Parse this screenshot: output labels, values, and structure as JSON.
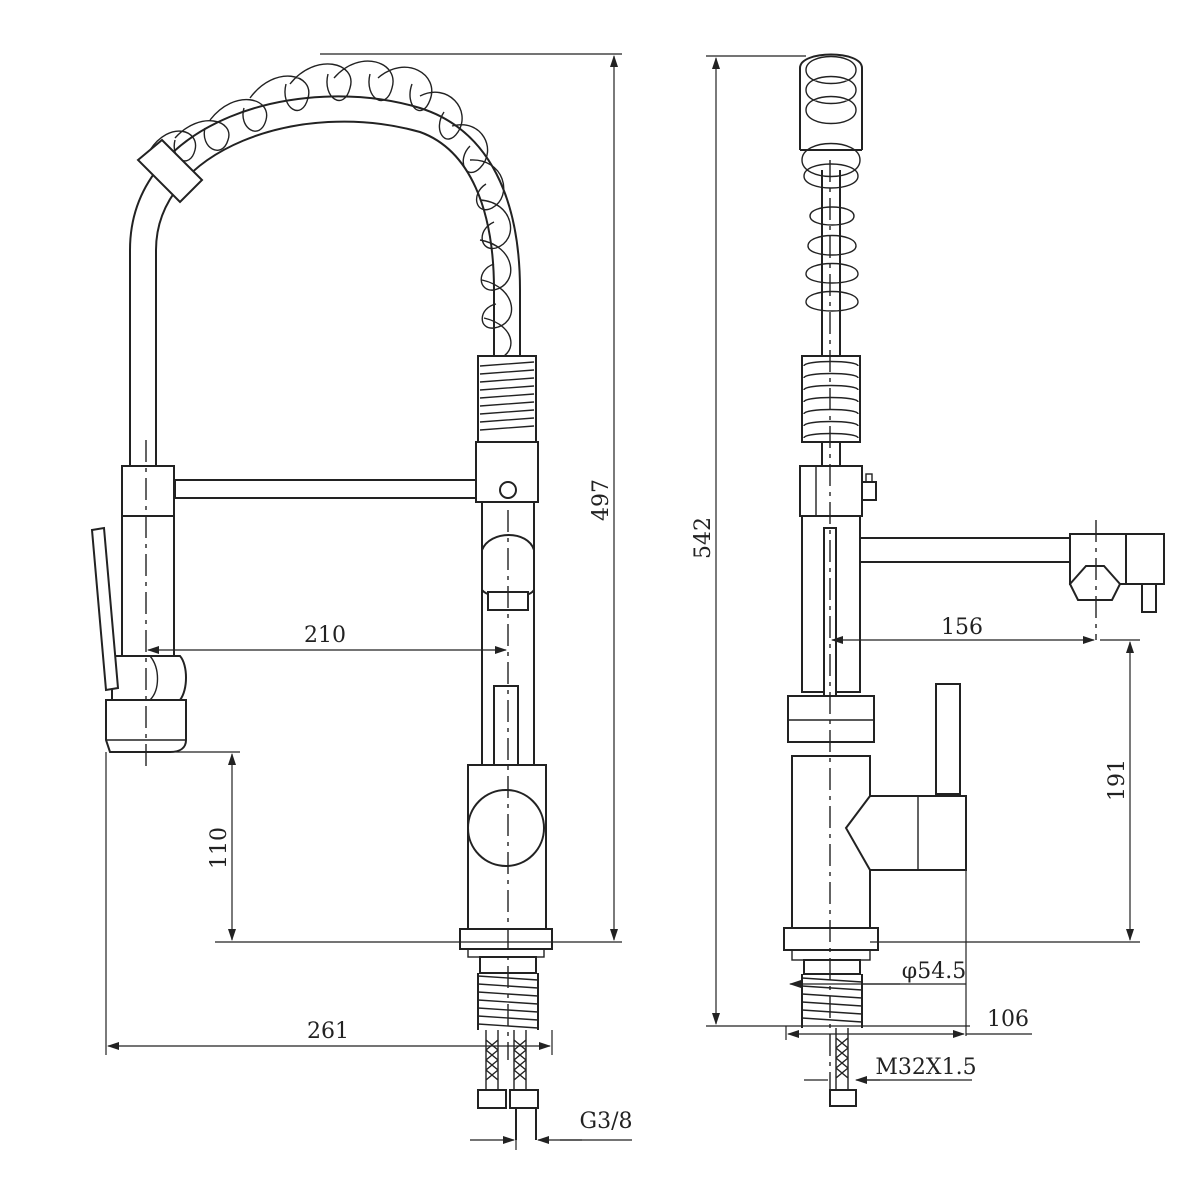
{
  "diagram": {
    "front_view": {
      "dimensions": {
        "height_total": "497",
        "spout_reach": "210",
        "spray_height": "110",
        "total_width": "261",
        "hose_thread": "G3/8"
      }
    },
    "side_view": {
      "dimensions": {
        "height_total": "542",
        "arm_reach": "156",
        "arm_height": "191",
        "base_diameter": "φ54.5",
        "base_depth": "106",
        "shank_thread": "M32X1.5"
      }
    }
  }
}
